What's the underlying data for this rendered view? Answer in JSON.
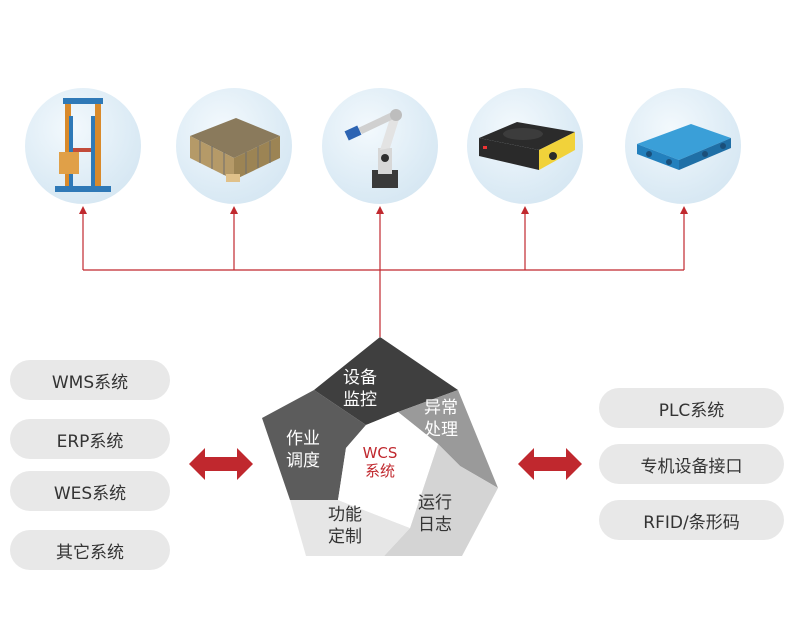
{
  "colors": {
    "accent": "#c0282e",
    "pill_bg": "#e8e8e8",
    "seg_dark": "#3f3f3f",
    "seg_mid": "#5c5c5c",
    "seg_gray": "#9a9a9a",
    "seg_light": "#d4d4d4",
    "seg_lighter": "#e6e6e6"
  },
  "equipment": [
    {
      "name": "stacker-crane"
    },
    {
      "name": "shelving-racks"
    },
    {
      "name": "industrial-robot-arm"
    },
    {
      "name": "agv-vehicle"
    },
    {
      "name": "shuttle-cart"
    }
  ],
  "left_systems": [
    "WMS系统",
    "ERP系统",
    "WES系统",
    "其它系统"
  ],
  "right_systems": [
    "PLC系统",
    "专机设备接口",
    "RFID/条形码"
  ],
  "wcs": {
    "center": {
      "line1": "WCS",
      "line2": "系统"
    },
    "segments": {
      "device_monitoring": "设备\n监控",
      "exception_handling": "异常\n处理",
      "operation_logs": "运行\n日志",
      "custom_functions": "功能\n定制",
      "job_scheduling": "作业\n调度"
    }
  }
}
